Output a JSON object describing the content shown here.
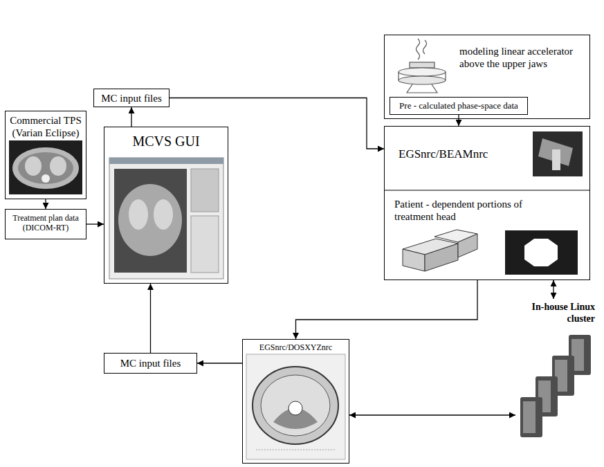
{
  "diagram": {
    "nodes": [
      {
        "text": [
          "modeling linear accelerator above the upper jaws"
        ]
      },
      {
        "text": [
          "Pre - calculated phase-space data"
        ],
        "in": 0
      },
      {
        "text": [
          "Commercial TPS (Varian Eclipse)"
        ]
      },
      {
        "text": [
          "Treatment plan data (DICOM-RT)"
        ]
      },
      {
        "text": [
          "MC input files"
        ]
      },
      {
        "text": [
          "MCVS GUI"
        ]
      },
      {
        "text": [
          "EGSnrc/BEAMnrc",
          "Patient - dependent portions of treatment head"
        ]
      },
      {
        "text": [
          "EGSnrc/DOSXYZnrc"
        ]
      },
      {
        "text": [
          "MC input files"
        ]
      },
      {
        "text": [
          "In-house Linux cluster"
        ]
      }
    ],
    "edges": [
      {
        "from": 2,
        "to": 3,
        "arrow": "to"
      },
      {
        "from": 3,
        "to": 5,
        "arrow": "to"
      },
      {
        "from": 5,
        "to": 4,
        "arrow": "to"
      },
      {
        "from": 4,
        "to": 6,
        "arrow": "to"
      },
      {
        "from": 1,
        "to": 6,
        "arrow": "to"
      },
      {
        "from": 6,
        "to": 7,
        "arrow": "to"
      },
      {
        "from": 7,
        "to": 8,
        "arrow": "to"
      },
      {
        "from": 8,
        "to": 5,
        "arrow": "to"
      },
      {
        "from": 6,
        "to": 9,
        "arrow": "both"
      },
      {
        "from": 7,
        "to": 9,
        "arrow": "both"
      }
    ]
  }
}
